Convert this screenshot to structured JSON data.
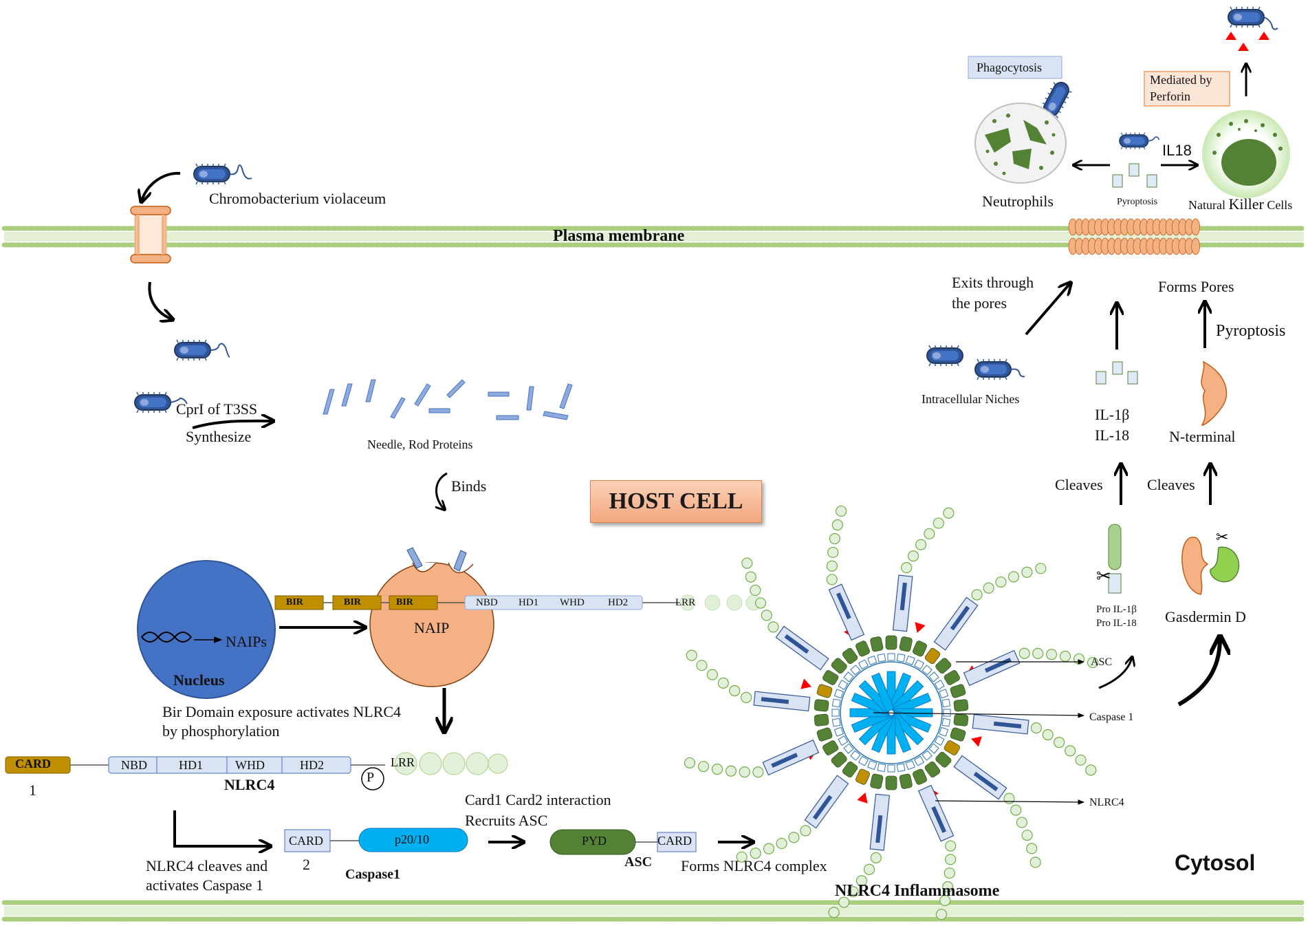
{
  "labels": {
    "bacterium": "Chromobacterium violaceum",
    "plasma_membrane": "Plasma membrane",
    "cpri": "CprI of T3SS",
    "synthesize": "Synthesize",
    "needle_rod": "Needle, Rod Proteins",
    "binds": "Binds",
    "host_cell": "HOST CELL",
    "nucleus": "Nucleus",
    "naips": "NAIPs",
    "naip": "NAIP",
    "bir": "BIR",
    "nbd": "NBD",
    "hd1": "HD1",
    "whd": "WHD",
    "hd2": "HD2",
    "lrr": "LRR",
    "bir_exposure_1": "Bir Domain exposure activates NLRC4",
    "bir_exposure_2": "by phosphorylation",
    "card": "CARD",
    "num_1": "1",
    "num_2": "2",
    "nlrc4": "NLRC4",
    "phospho": "P",
    "card_label_2": "CARD",
    "p2010": "p20/10",
    "caspase1": "Caspase1",
    "cleaves_caspase_1": "NLRC4 cleaves and",
    "cleaves_caspase_2": "activates Caspase 1",
    "card_interaction": "Card1 Card2 interaction",
    "recruits_asc": "Recruits ASC",
    "pyd": "PYD",
    "asc": "ASC",
    "asc_card": "CARD",
    "forms_complex": "Forms NLRC4 complex",
    "inflammasome": "NLRC4 Inflammasome",
    "cytosol": "Cytosol",
    "ptr_asc": "ASC",
    "ptr_caspase": "Caspase 1",
    "ptr_nlrc4": "NLRC4",
    "pro_il1b": "Pro IL-1β",
    "pro_il18": "Pro IL-18",
    "gasdermin": "Gasdermin D",
    "cleaves_left": "Cleaves",
    "cleaves_right": "Cleaves",
    "il1b": "IL-1β",
    "il18": "IL-18",
    "n_terminal": "N-terminal",
    "pyroptosis_right": "Pyroptosis",
    "forms_pores": "Forms Pores",
    "exits_1": "Exits through",
    "exits_2": "the pores",
    "intracellular": "Intracellular Niches",
    "neutrophils": "Neutrophils",
    "pyroptosis_small": "Pyroptosis",
    "il18_top": "IL18",
    "nk_natural": "Natural ",
    "nk_killer": "Killer",
    "nk_cells": " Cells",
    "phagocytosis": "Phagocytosis",
    "perforin_1": "Mediated by",
    "perforin_2": "Perforin"
  },
  "colors": {
    "membrane": "#a9cf7e",
    "bacterium": "#2f5597",
    "naip": "#f4b183",
    "nucleus": "#4472c4",
    "bir": "#bf8f00",
    "domain_fill": "#dae3f3",
    "lrr": "#e2efd9",
    "caspase": "#00b0f0",
    "asc_pyd": "#548235",
    "pore": "#f4b183",
    "gasdermin_c": "#92d050",
    "red_marker": "#ff0000"
  },
  "icons": [
    "bacterium-icon",
    "t3ss-channel-icon",
    "dna-icon",
    "scissors-icon",
    "pore-icon",
    "neutrophil-icon",
    "nk-cell-icon"
  ]
}
